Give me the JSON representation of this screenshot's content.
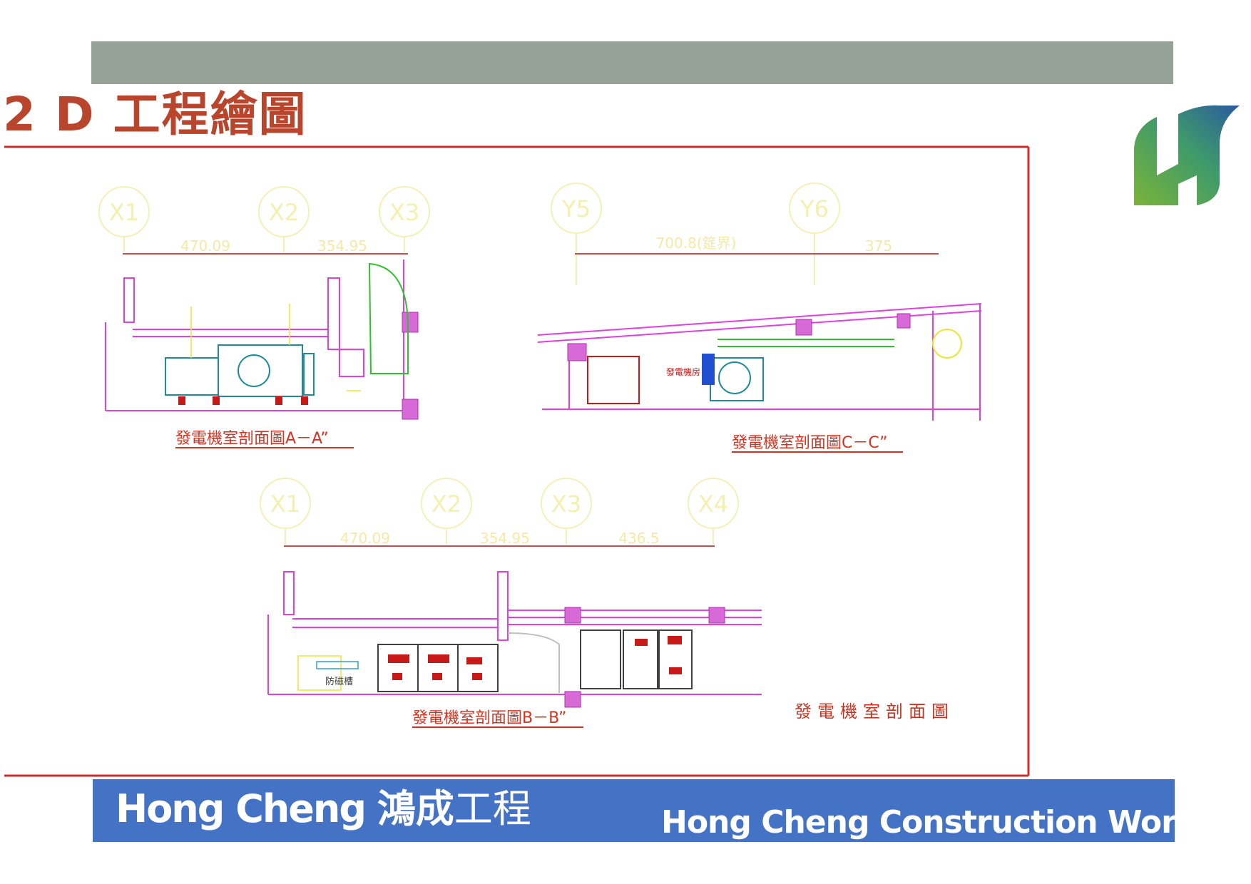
{
  "slide": {
    "title": "2 D 工程繪圖",
    "footer_brand_latin": "Hong Cheng",
    "footer_brand_cjk_bold": "鴻成",
    "footer_brand_cjk_light": "工程",
    "footer_tagline": "Hong Cheng Construction Work"
  },
  "drawing": {
    "section_aa": {
      "grid": [
        "X1",
        "X2",
        "X3"
      ],
      "dims": [
        "470.09",
        "354.95"
      ],
      "caption": "發電機室剖面圖A－A”"
    },
    "section_cc": {
      "grid": [
        "Y5",
        "Y6"
      ],
      "dims": [
        "700.8(筵界)",
        "375"
      ],
      "room_label": "發電機房",
      "caption": "發電機室剖面圖C－C”"
    },
    "section_bb": {
      "grid": [
        "X1",
        "X2",
        "X3",
        "X4"
      ],
      "dims": [
        "470.09",
        "354.95",
        "436.5"
      ],
      "equipment_label": "防磁槽",
      "caption": "發電機室剖面圖B－B”"
    },
    "sheet_title": "發電機室剖面圖"
  },
  "colors": {
    "top_bar": "#96a198",
    "title": "#b8452c",
    "footer_bar": "#4472c4",
    "frame": "#d22b2b",
    "logo_green": "#7ab33a",
    "logo_blue": "#2b5aa0"
  },
  "icons": {
    "logo": "hong-cheng-hl-logo"
  }
}
